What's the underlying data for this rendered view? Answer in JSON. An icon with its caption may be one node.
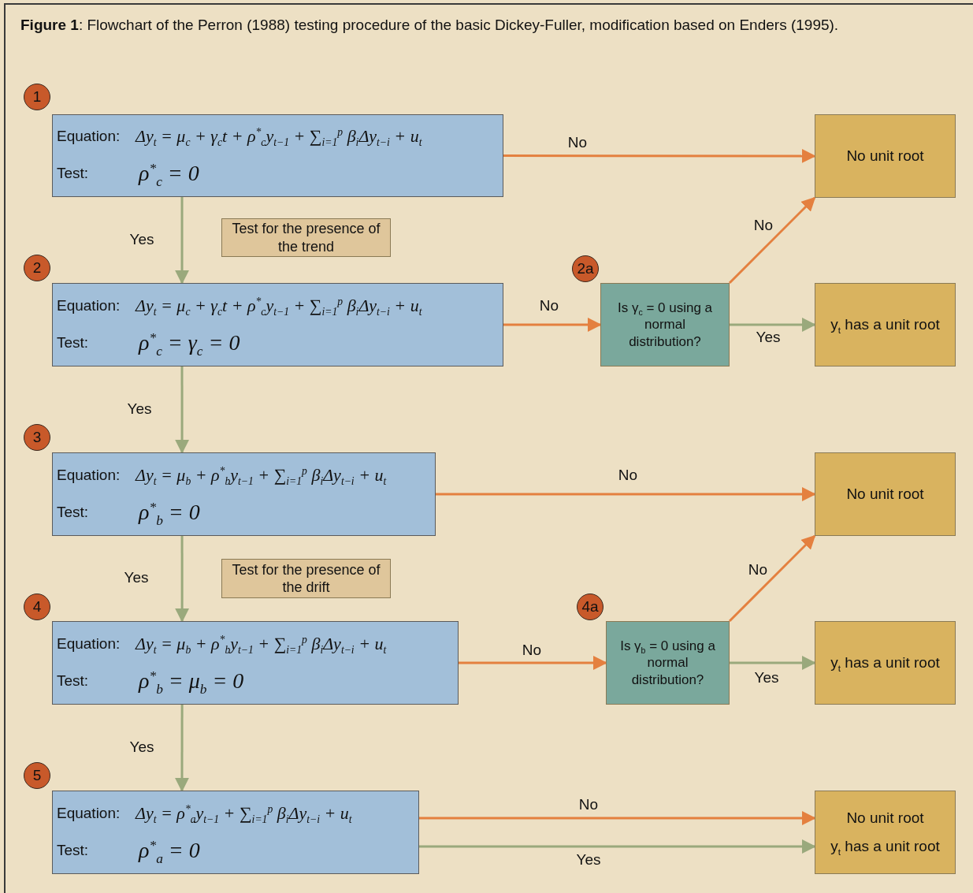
{
  "diagram": {
    "title": "**Figure 1**: Flowchart of the Perron (1988) testing procedure of the basic Dickey-Fuller, modification based on Enders (1995).",
    "nodes": [
      {
        "text": [
          "1"
        ]
      },
      {
        "text": [
          "Equation:",
          "Δy$_{t}$ = μ$_{c}$ + γ$_{c}$t + ρ$^{*}$$_{c}$y$_{t−1}$ + ∑$_{i=1}$$^{p}$ β$_{i}$Δy$_{t−i}$ + u$_{t}$",
          "Test:",
          "ρ$^{*}$$_{c}$ = 0"
        ]
      },
      {
        "text": [
          "No unit root"
        ]
      },
      {
        "text": [
          "Test for the presence of the trend"
        ]
      },
      {
        "text": [
          "2"
        ]
      },
      {
        "text": [
          "2a"
        ]
      },
      {
        "text": [
          "Equation:",
          "Δy$_{t}$ = μ$_{c}$ + γ$_{c}$t + ρ$^{*}$$_{c}$y$_{t−1}$ + ∑$_{i=1}$$^{p}$ β$_{i}$Δy$_{t−i}$ + u$_{t}$",
          "Test:",
          "ρ$^{*}$$_{c}$ = γ$_{c}$ = 0"
        ]
      },
      {
        "text": [
          "Is γ$_{c}$ = 0 using a normal distribution?"
        ]
      },
      {
        "text": [
          "y$_{t}$ has a unit root"
        ]
      },
      {
        "text": [
          "3"
        ]
      },
      {
        "text": [
          "Equation:",
          "Δy$_{t}$ = μ$_{b}$ + ρ$^{*}$$_{b}$y$_{t−1}$ + ∑$_{i=1}$$^{p}$ β$_{i}$Δy$_{t−i}$ + u$_{t}$",
          "Test:",
          "ρ$^{*}$$_{b}$ = 0"
        ]
      },
      {
        "text": [
          "No unit root"
        ]
      },
      {
        "text": [
          "Test for the presence of the drift"
        ]
      },
      {
        "text": [
          "4"
        ]
      },
      {
        "text": [
          "4a"
        ]
      },
      {
        "text": [
          "Equation:",
          "Δy$_{t}$ = μ$_{b}$ + ρ$^{*}$$_{b}$y$_{t−1}$ + ∑$_{i=1}$$^{p}$ β$_{i}$Δy$_{t−i}$ + u$_{t}$",
          "Test:",
          "ρ$^{*}$$_{b}$ = μ$_{b}$ = 0"
        ]
      },
      {
        "text": [
          "Is γ$_{b}$ = 0 using a normal distribution?"
        ]
      },
      {
        "text": [
          "y$_{t}$ has a unit root"
        ]
      },
      {
        "text": [
          "5"
        ]
      },
      {
        "text": [
          "Equation:",
          "Δy$_{t}$ = ρ$^{*}$$_{a}$y$_{t−1}$ + ∑$_{i=1}$$^{p}$ β$_{i}$Δy$_{t−i}$ + u$_{t}$",
          "Test:",
          "ρ$^{*}$$_{a}$ = 0"
        ]
      },
      {
        "text": [
          "No unit root",
          "y$_{t}$ has a unit root"
        ]
      }
    ],
    "edges": [
      {
        "from": 1,
        "to": 2,
        "arrow": "to",
        "label": "No"
      },
      {
        "from": 1,
        "to": 6,
        "arrow": "to",
        "label": "Yes",
        "color": "#9aa97c"
      },
      {
        "from": 6,
        "to": 7,
        "arrow": "to",
        "label": "No"
      },
      {
        "from": 7,
        "to": 2,
        "arrow": "to",
        "label": "No"
      },
      {
        "from": 7,
        "to": 8,
        "arrow": "to",
        "label": "Yes",
        "color": "#9aa97c"
      },
      {
        "from": 6,
        "to": 10,
        "arrow": "to",
        "label": "Yes",
        "color": "#9aa97c"
      },
      {
        "from": 10,
        "to": 11,
        "arrow": "to",
        "label": "No"
      },
      {
        "from": 10,
        "to": 15,
        "arrow": "to",
        "label": "Yes",
        "color": "#9aa97c"
      },
      {
        "from": 15,
        "to": 16,
        "arrow": "to",
        "label": "No"
      },
      {
        "from": 16,
        "to": 11,
        "arrow": "to",
        "label": "No"
      },
      {
        "from": 16,
        "to": 17,
        "arrow": "to",
        "label": "Yes",
        "color": "#9aa97c"
      },
      {
        "from": 15,
        "to": 19,
        "arrow": "to",
        "label": "Yes",
        "color": "#9aa97c"
      },
      {
        "from": 19,
        "to": 20,
        "arrow": "to",
        "label": "No"
      },
      {
        "from": 19,
        "to": 20,
        "arrow": "to",
        "label": "Yes",
        "color": "#9aa97c"
      }
    ]
  }
}
